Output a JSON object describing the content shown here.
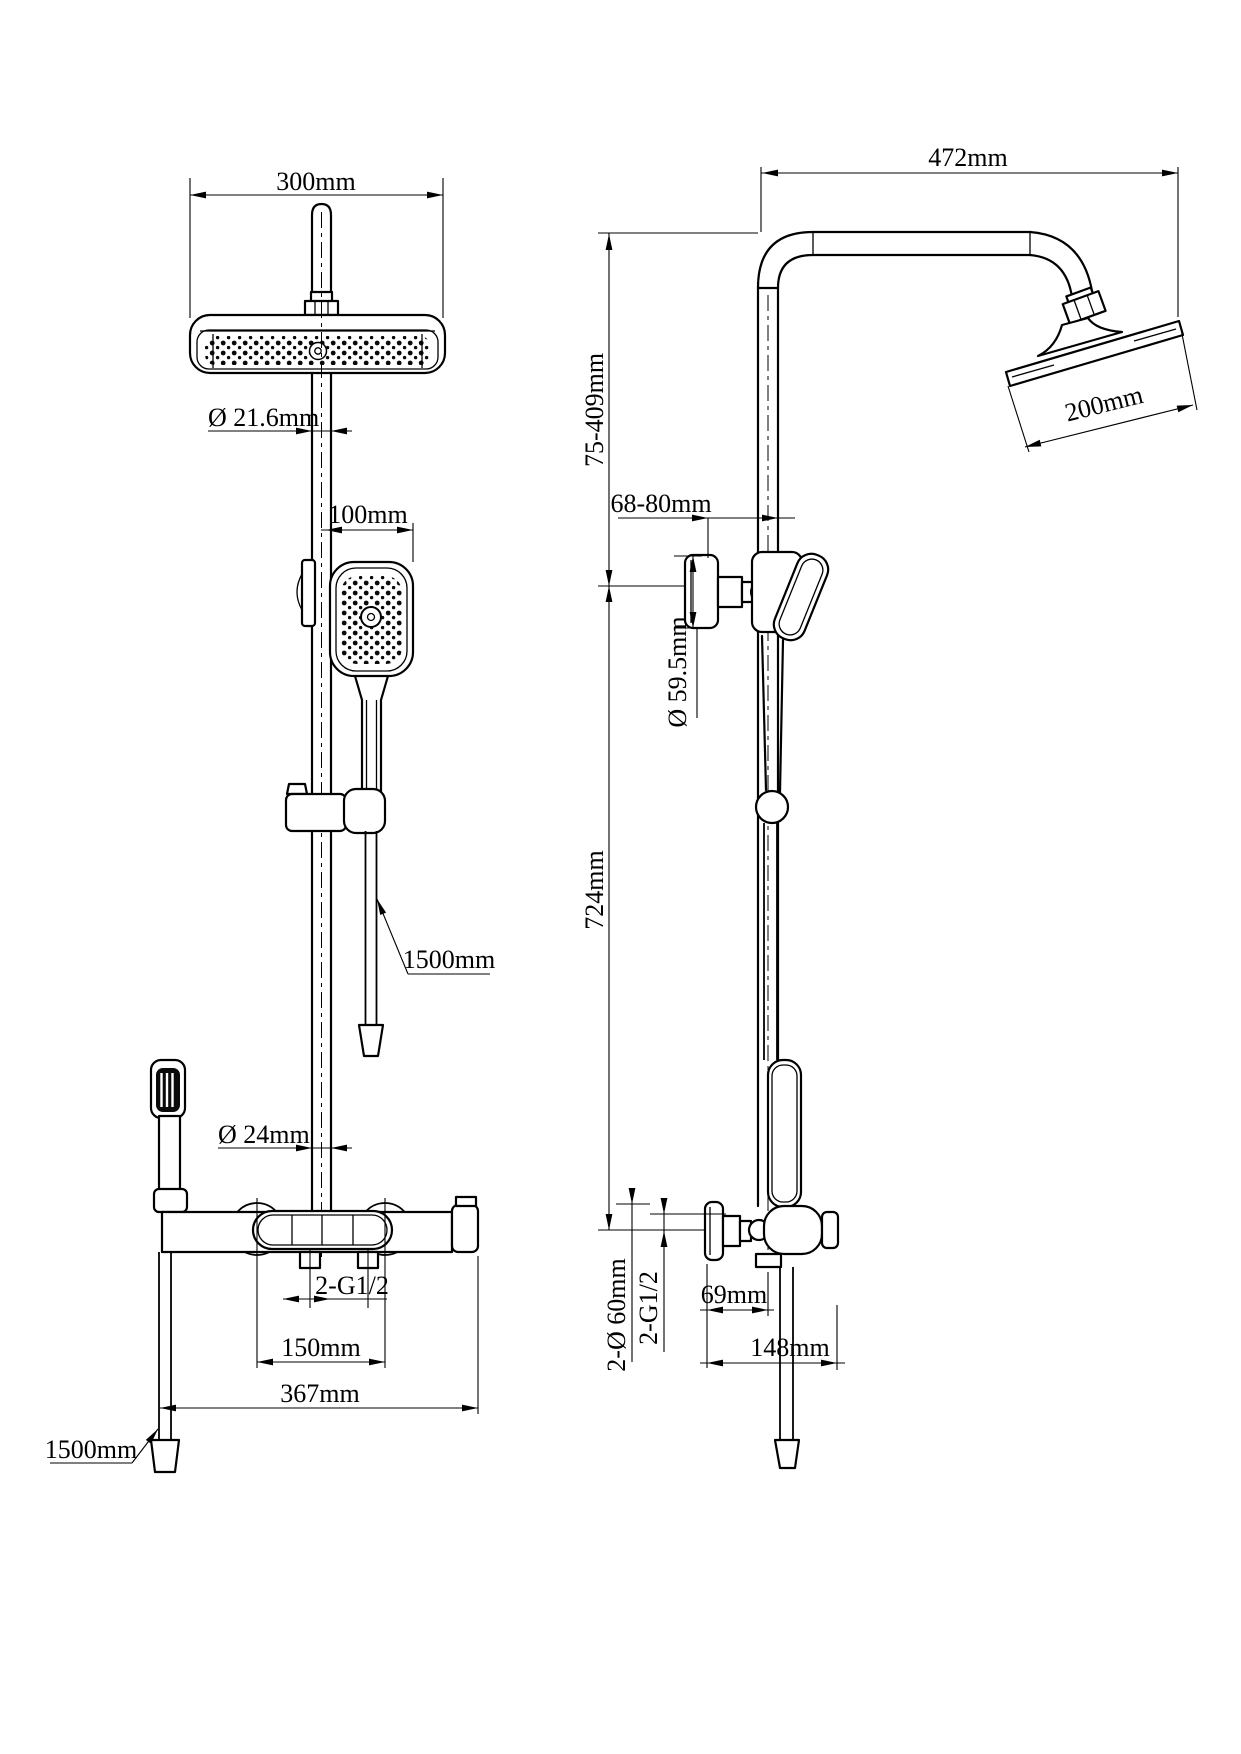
{
  "drawing": {
    "type": "technical-dimension-drawing",
    "subject": "thermostatic shower column with overhead rain head, hand shower, slide bar and tub wand",
    "colors": {
      "line": "#000000",
      "background": "#ffffff"
    },
    "views": {
      "front": {
        "dims": {
          "head_width": "300mm",
          "pipe_dia_top": "Ø 21.6mm",
          "handshower_offset": "100mm",
          "hose_length_mid": "1500mm",
          "pipe_dia_bottom": "Ø 24mm",
          "outlet_thread": "2-G1/2",
          "inlet_spacing": "150mm",
          "overall_width": "367mm",
          "hose_length_bottom": "1500mm"
        }
      },
      "side": {
        "dims": {
          "arm_reach": "472mm",
          "head_depth": "200mm",
          "bracket_range": "75-409mm",
          "bracket_depth": "68-80mm",
          "bracket_plate_dia": "Ø 59.5mm",
          "pipe_length": "724mm",
          "wall_offset": "69mm",
          "overall_depth": "148mm",
          "flange_dia": "2-Ø 60mm",
          "inlet_thread": "2-G1/2"
        }
      }
    }
  }
}
